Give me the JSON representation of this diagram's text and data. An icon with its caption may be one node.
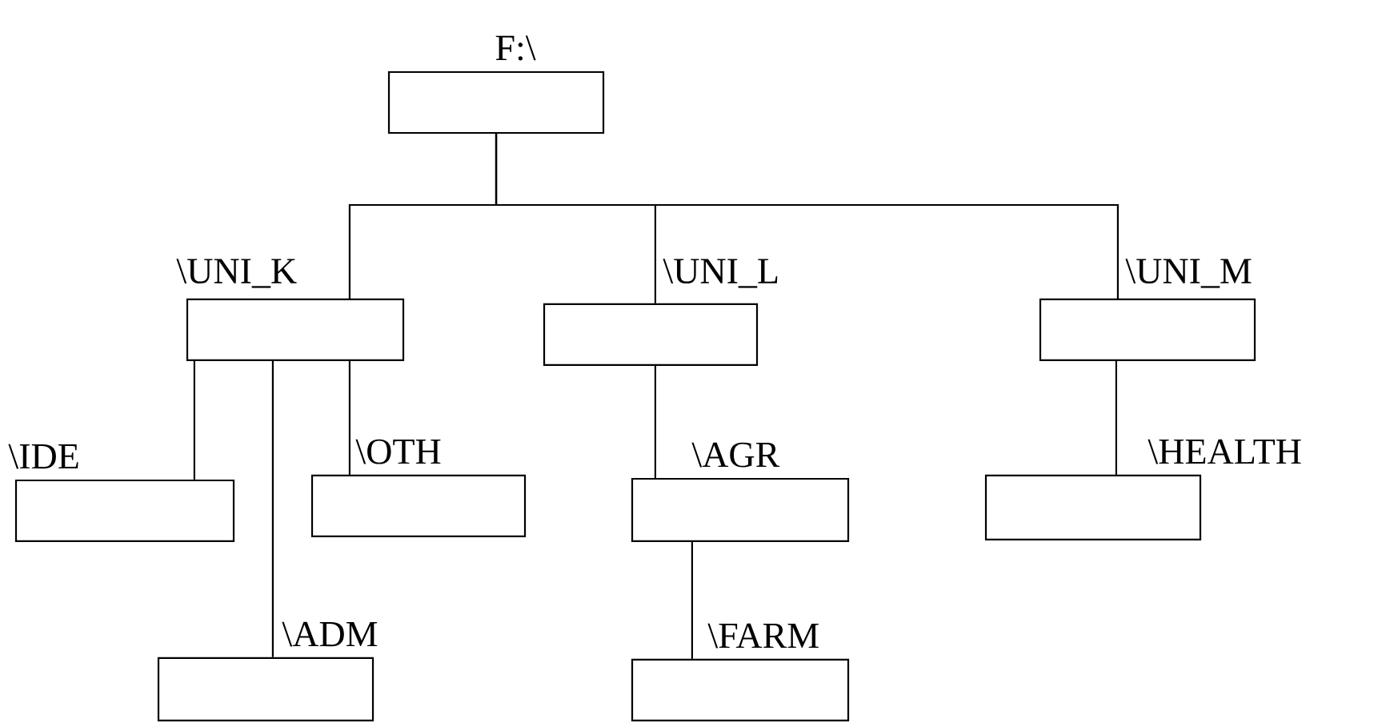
{
  "diagram": {
    "nodes": [
      {
        "text": [
          "F:\\"
        ]
      },
      {
        "text": [
          "\\UNI_K"
        ]
      },
      {
        "text": [
          "\\UNI_L"
        ]
      },
      {
        "text": [
          "\\UNI_M"
        ]
      },
      {
        "text": [
          "\\IDE"
        ]
      },
      {
        "text": [
          "\\OTH"
        ]
      },
      {
        "text": [
          "\\ADM"
        ]
      },
      {
        "text": [
          "\\AGR"
        ]
      },
      {
        "text": [
          "\\FARM"
        ]
      },
      {
        "text": [
          "\\HEALTH"
        ]
      }
    ],
    "edges": [
      {
        "from": 0,
        "to": 1,
        "arrow": "none"
      },
      {
        "from": 0,
        "to": 2,
        "arrow": "none"
      },
      {
        "from": 0,
        "to": 3,
        "arrow": "none"
      },
      {
        "from": 1,
        "to": 4,
        "arrow": "none"
      },
      {
        "from": 1,
        "to": 6,
        "arrow": "none"
      },
      {
        "from": 1,
        "to": 5,
        "arrow": "none"
      },
      {
        "from": 2,
        "to": 7,
        "arrow": "none"
      },
      {
        "from": 7,
        "to": 8,
        "arrow": "none"
      },
      {
        "from": 3,
        "to": 9,
        "arrow": "none"
      }
    ]
  }
}
